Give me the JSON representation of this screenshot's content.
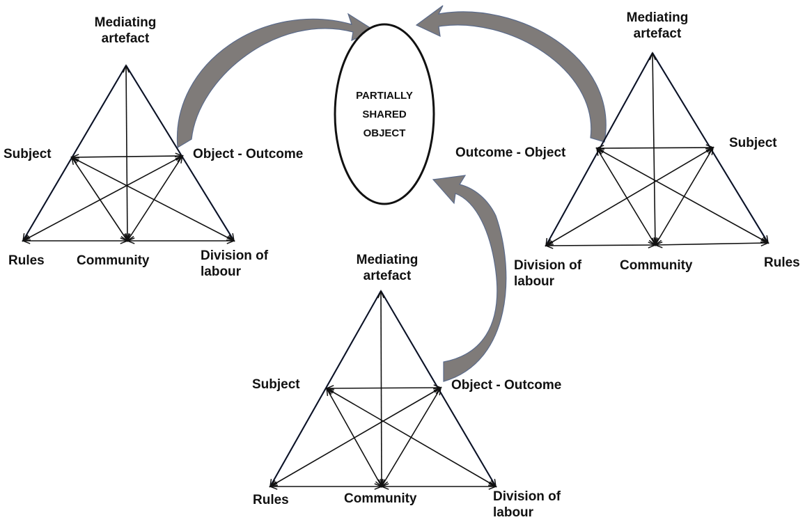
{
  "shared_object": {
    "line1": "PARTIALLY",
    "line2": "SHARED",
    "line3": "OBJECT"
  },
  "left_system": {
    "mediating_line1": "Mediating",
    "mediating_line2": "artefact",
    "subject": "Subject",
    "object": "Object - Outcome",
    "rules": "Rules",
    "community": "Community",
    "division_line1": "Division of",
    "division_line2": "labour"
  },
  "right_system": {
    "mediating_line1": "Mediating",
    "mediating_line2": "artefact",
    "subject": "Subject",
    "object": "Outcome - Object",
    "rules": "Rules",
    "community": "Community",
    "division_line1": "Division of",
    "division_line2": "labour"
  },
  "bottom_system": {
    "mediating_line1": "Mediating",
    "mediating_line2": "artefact",
    "subject": "Subject",
    "object": "Object - Outcome",
    "rules": "Rules",
    "community": "Community",
    "division_line1": "Division of",
    "division_line2": "labour"
  },
  "colors": {
    "arrow_fill": "#7f7b79",
    "arrow_stroke": "#5a6a8a",
    "line": "#111111",
    "triangle_edge": "#1f3b8c"
  }
}
